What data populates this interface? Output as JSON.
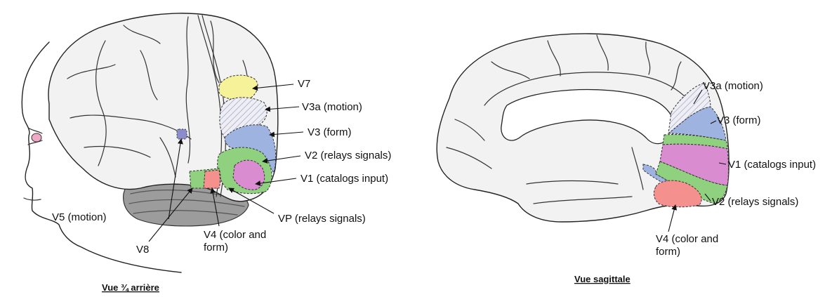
{
  "views": {
    "three_quarter": {
      "caption": "Vue ¾ arrière",
      "labels": {
        "v7": "V7",
        "v3a": "V3a (motion)",
        "v3": "V3 (form)",
        "v2": "V2 (relays signals)",
        "v1": "V1 (catalogs input)",
        "vp": "VP (relays signals)",
        "v4_line1": "V4 (color and",
        "v4_line2": "form)",
        "v5": "V5 (motion)",
        "v8": "V8"
      }
    },
    "sagittal": {
      "caption": "Vue sagittale",
      "labels": {
        "v3a": "V3a (motion)",
        "v3": "V3 (form)",
        "v1": "V1 (catalogs input)",
        "v2": "V2 (relays signals)",
        "v4_line1": "V4 (color and",
        "v4_line2": "form)"
      }
    }
  },
  "colors": {
    "v1": "#d98ccf",
    "v2": "#8fd17f",
    "v3": "#9fb3e0",
    "v3a": "#e8e8f2",
    "v4": "#f4908e",
    "v5": "#8c8ccc",
    "v7": "#f6f29a",
    "cerebellum": "#9c9c9c",
    "brain": "#f2f2f2"
  }
}
